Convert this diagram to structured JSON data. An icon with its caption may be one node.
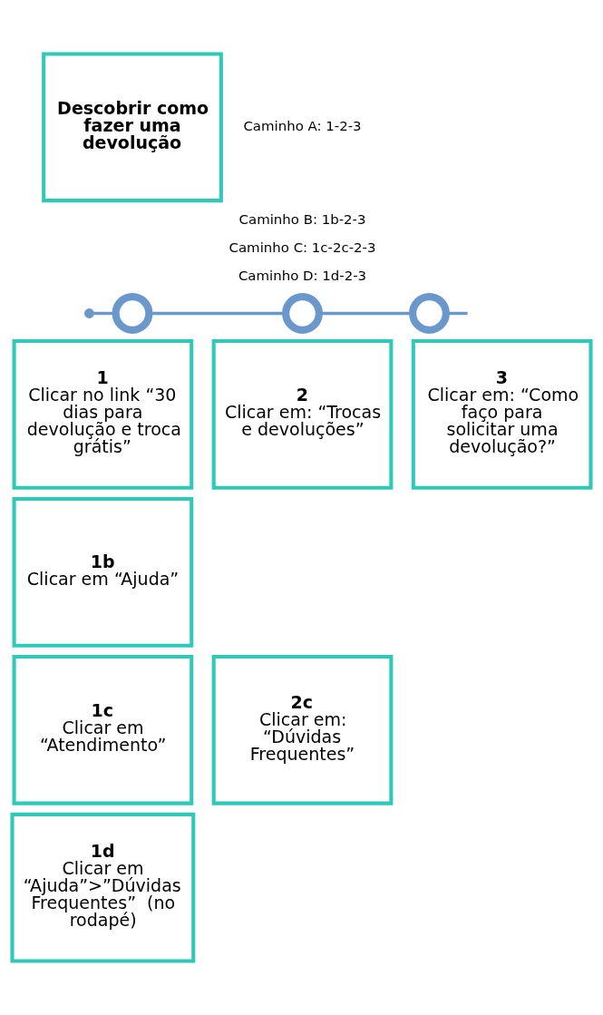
{
  "diagram": {
    "nodes": [
      {
        "text": [
          "Descobrir como fazer uma devolução"
        ]
      },
      {
        "text": [],
        "shape": "circle"
      },
      {
        "text": [],
        "shape": "circle"
      },
      {
        "text": [],
        "shape": "circle"
      },
      {
        "text": [],
        "shape": "circle"
      },
      {
        "text": [
          "1",
          "Clicar no link “30 dias para devolução e troca grátis”"
        ]
      },
      {
        "text": [
          "2",
          "Clicar em: “Trocas e devoluções”"
        ]
      },
      {
        "text": [
          "3",
          "Clicar em: “Como faço para solicitar uma devolução?”"
        ]
      },
      {
        "text": [
          "1b",
          "Clicar em “Ajuda”"
        ]
      },
      {
        "text": [
          "1c",
          "Clicar em “Atendimento”"
        ]
      },
      {
        "text": [
          "2c",
          "Clicar em: “Dúvidas Frequentes”"
        ]
      },
      {
        "text": [
          "1d",
          "Clicar em “Ajuda”>”Dúvidas Frequentes”  (no rodapé)"
        ]
      }
    ],
    "edges": [
      {
        "from": 1,
        "to": 2,
        "arrow": "none"
      },
      {
        "from": 2,
        "to": 3,
        "arrow": "none"
      },
      {
        "from": 3,
        "to": 4,
        "arrow": "none"
      },
      {
        "from": 4,
        "to": null,
        "arrow": "none"
      }
    ],
    "labels": [
      "Caminho A: 1-2-3",
      "Caminho B: 1b-2-3",
      "Caminho C: 1c-2c-2-3",
      "Caminho D: 1d-2-3"
    ]
  }
}
